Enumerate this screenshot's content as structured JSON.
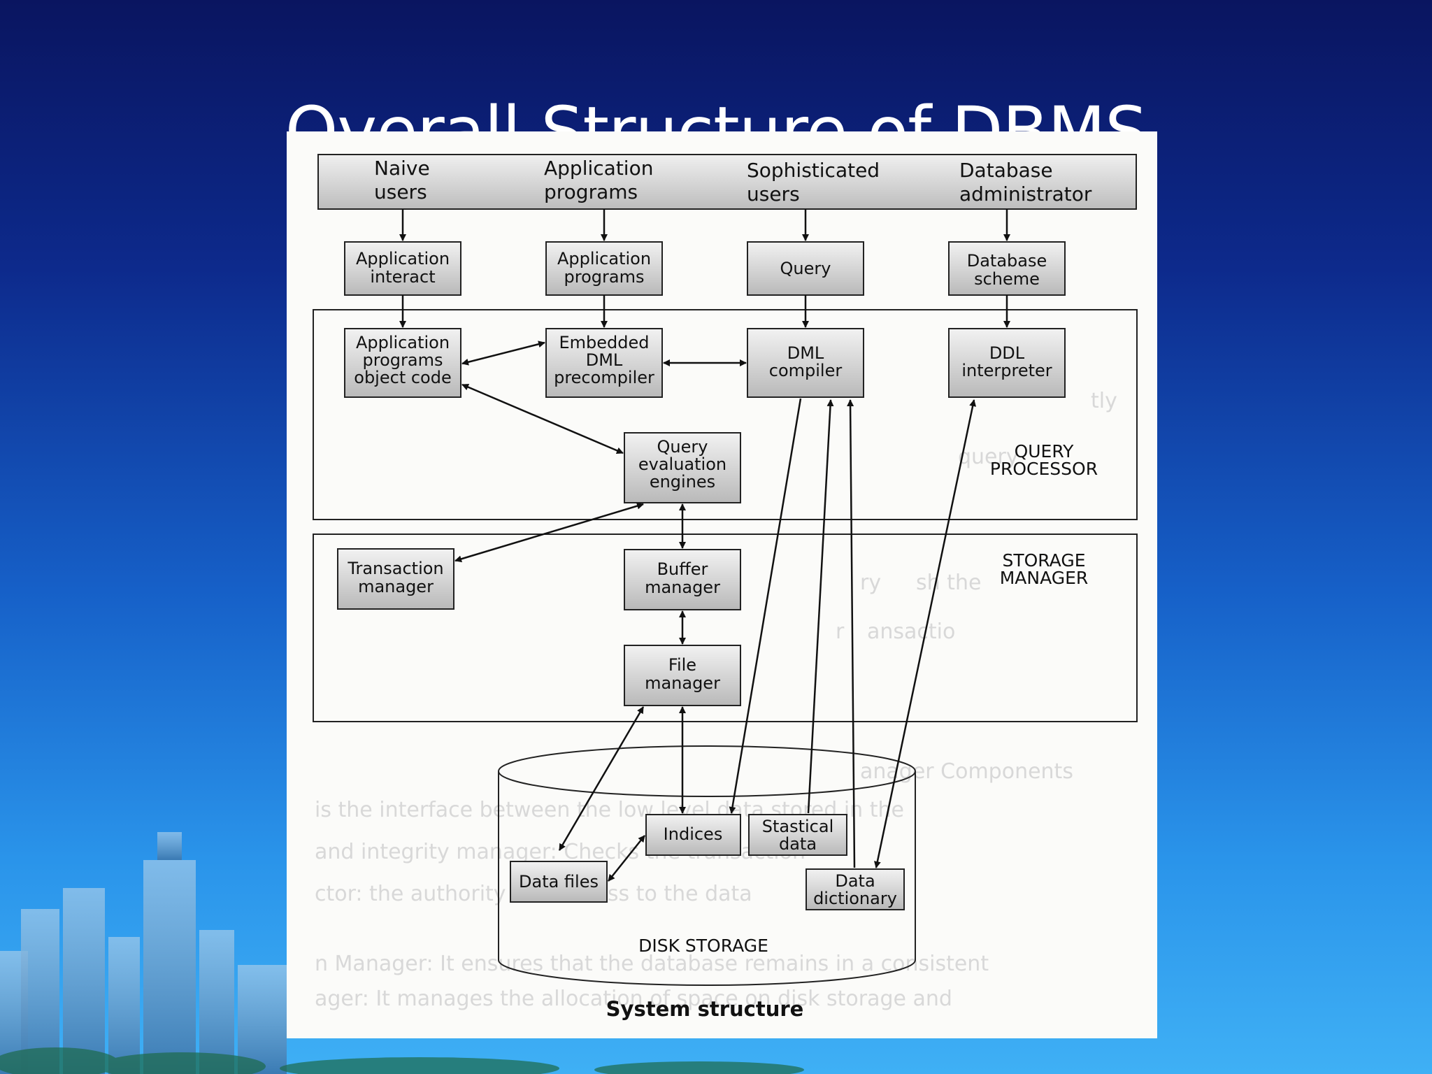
{
  "slide": {
    "title": "Overall Structure of DBMS"
  },
  "diagram": {
    "caption": "System structure",
    "users": [
      {
        "id": "naive",
        "line1": "Naive",
        "line2": "users"
      },
      {
        "id": "app-prog",
        "line1": "Application",
        "line2": "programs"
      },
      {
        "id": "soph",
        "line1": "Sophisticated",
        "line2": "users"
      },
      {
        "id": "dba",
        "line1": "Database",
        "line2": "administrator"
      }
    ],
    "interfaces": {
      "app_interact": [
        "Application",
        "interact"
      ],
      "app_programs": [
        "Application",
        "programs"
      ],
      "query": [
        "Query"
      ],
      "db_scheme": [
        "Database",
        "scheme"
      ]
    },
    "query_processor": {
      "label": [
        "QUERY",
        "PROCESSOR"
      ],
      "app_object_code": [
        "Application",
        "programs",
        "object code"
      ],
      "embedded_dml": [
        "Embedded",
        "DML",
        "precompiler"
      ],
      "dml_compiler": [
        "DML",
        "compiler"
      ],
      "ddl_interpreter": [
        "DDL",
        "interpreter"
      ],
      "query_eval": [
        "Query",
        "evaluation",
        "engines"
      ]
    },
    "storage_manager": {
      "label": [
        "STORAGE",
        "MANAGER"
      ],
      "transaction": [
        "Transaction",
        "manager"
      ],
      "buffer": [
        "Buffer",
        "manager"
      ],
      "file": [
        "File",
        "manager"
      ]
    },
    "disk_storage": {
      "label": "DISK STORAGE",
      "indices": "Indices",
      "statistical": [
        "Stastical",
        "data"
      ],
      "data_files": "Data files",
      "dictionary": [
        "Data",
        "dictionary"
      ]
    }
  }
}
